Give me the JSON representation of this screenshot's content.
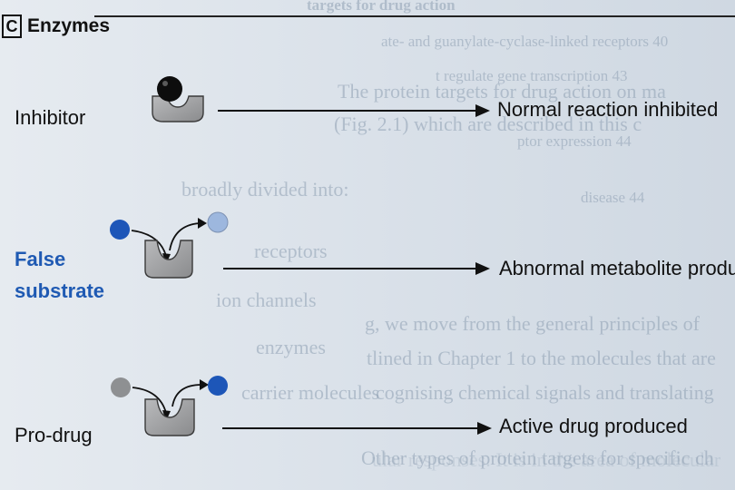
{
  "section": {
    "letter": "C",
    "title": "Enzymes"
  },
  "rows": [
    {
      "label": "Inhibitor",
      "outcome": "Normal reaction inhibited"
    },
    {
      "label_line1": "False",
      "label_line2": "substrate",
      "outcome": "Abnormal metabolite produced"
    },
    {
      "label": "Pro-drug",
      "outcome": "Active drug produced"
    }
  ],
  "colors": {
    "enzyme": "#a9aaac",
    "enzyme_outline": "#3a3a3a",
    "inhibitor": "#0d0d0d",
    "substrate_dark_blue": "#1d56b8",
    "substrate_light_blue": "#9db7de",
    "prodrug_grey": "#8e9092",
    "label_blue": "#1f5ab3"
  },
  "show_through": [
    "targets for drug action",
    "ate- and guanylate-cyclase-linked receptors   40",
    "t regulate gene transcription   43",
    "ptor expression   44",
    "disease   44",
    "The protein targets for drug action on ma",
    "(Fig. 2.1) which are described in this c",
    "broadly divided into:",
    "receptors",
    "ion channels",
    "enzymes",
    "carrier molecules",
    "Other types of protein targets for specific ch",
    "g, we move from the general principles of",
    "tlined in Chapter 1 to the molecules that are",
    "cognising chemical signals and translating",
    "ular responses. It is in the area of molecular"
  ]
}
